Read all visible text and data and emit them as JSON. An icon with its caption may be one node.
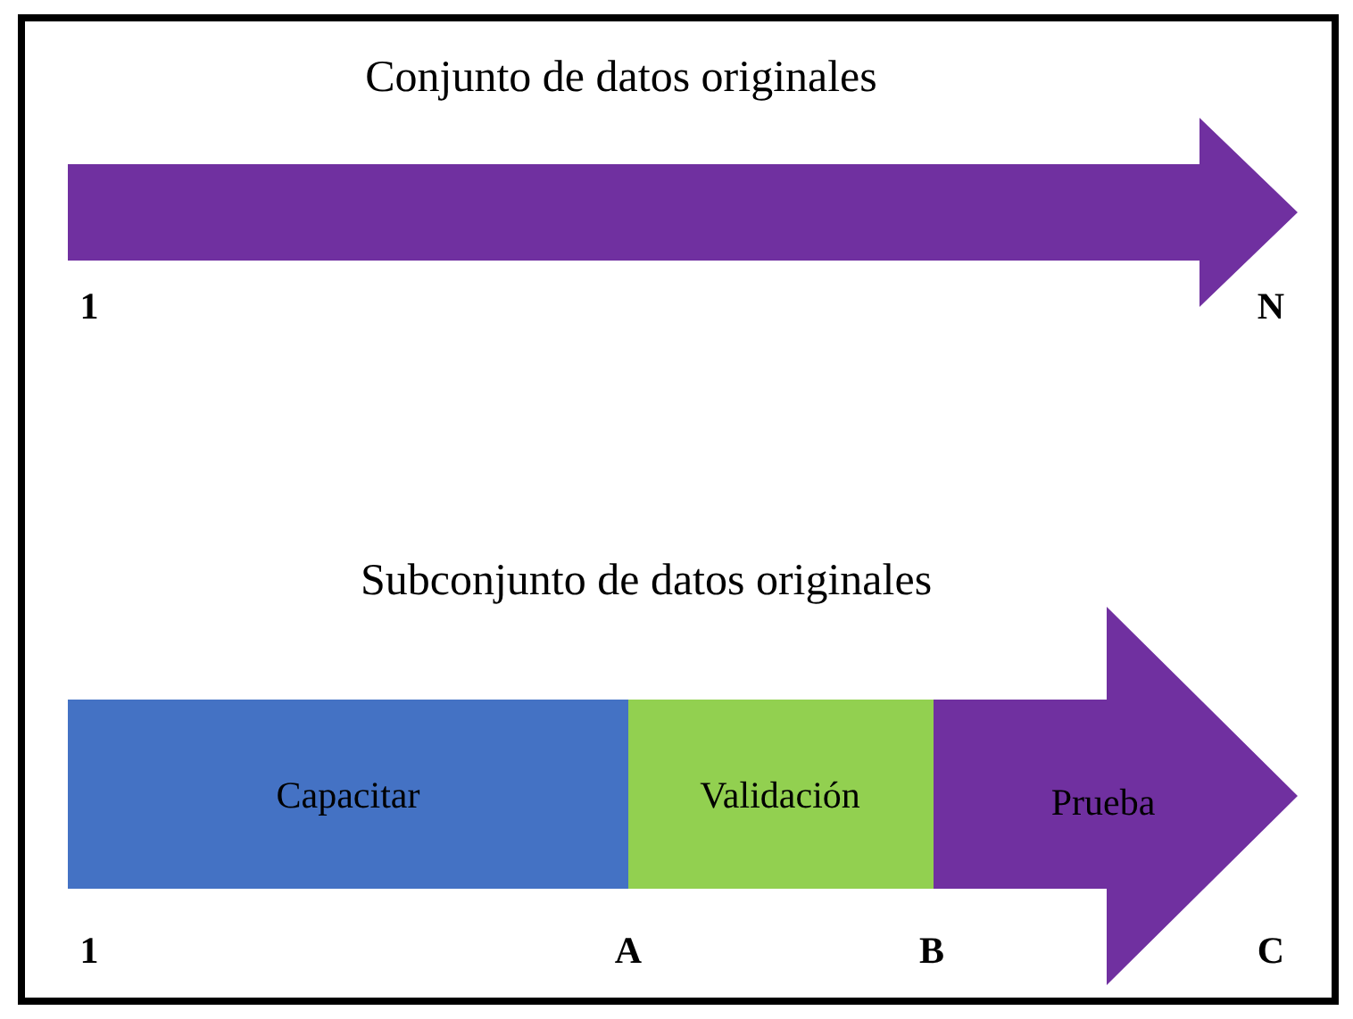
{
  "diagram": {
    "nodes": [
      {
        "text": [
          "Conjunto de datos originales"
        ]
      },
      {
        "text": [
          "Capacitar"
        ]
      },
      {
        "text": [
          "Validación"
        ]
      },
      {
        "text": [
          "Prueba"
        ]
      }
    ],
    "labels": [
      "1",
      "N",
      "Subconjunto de datos originales",
      "1",
      "A",
      "B",
      "C"
    ]
  }
}
